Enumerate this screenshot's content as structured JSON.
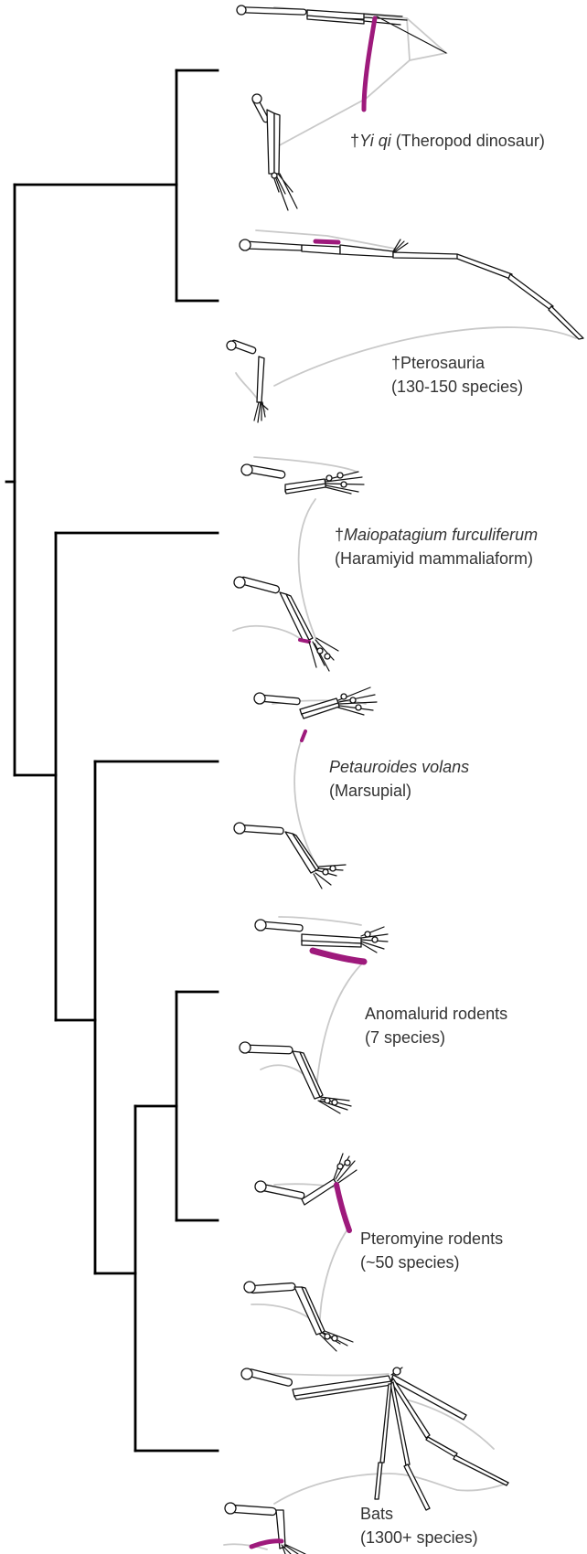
{
  "colors": {
    "branch": "#000000",
    "bone_outline": "#111111",
    "membrane": "#c9c9c9",
    "accessory_element": "#9e1a7c",
    "label_text": "#333333"
  },
  "taxa": [
    {
      "id": "yi-qi",
      "dagger": "†",
      "sci_name": "Yi qi",
      "common": "(Theropod dinosaur)"
    },
    {
      "id": "pterosauria",
      "dagger": "†",
      "sci_name": "Pterosauria",
      "common": "(130-150 species)"
    },
    {
      "id": "maiopatagium",
      "dagger": "†",
      "sci_name": "Maiopatagium furculiferum",
      "common": "(Haramiyid mammaliaform)"
    },
    {
      "id": "petauroides",
      "dagger": "",
      "sci_name": "Petauroides volans",
      "common": "(Marsupial)"
    },
    {
      "id": "anomalurid",
      "dagger": "",
      "sci_name": "Anomalurid rodents",
      "common": "(7 species)"
    },
    {
      "id": "pteromyine",
      "dagger": "",
      "sci_name": "Pteromyine rodents",
      "common": "(~50 species)"
    },
    {
      "id": "bats",
      "dagger": "",
      "sci_name": "Bats",
      "common": "(1300+ species)"
    }
  ]
}
